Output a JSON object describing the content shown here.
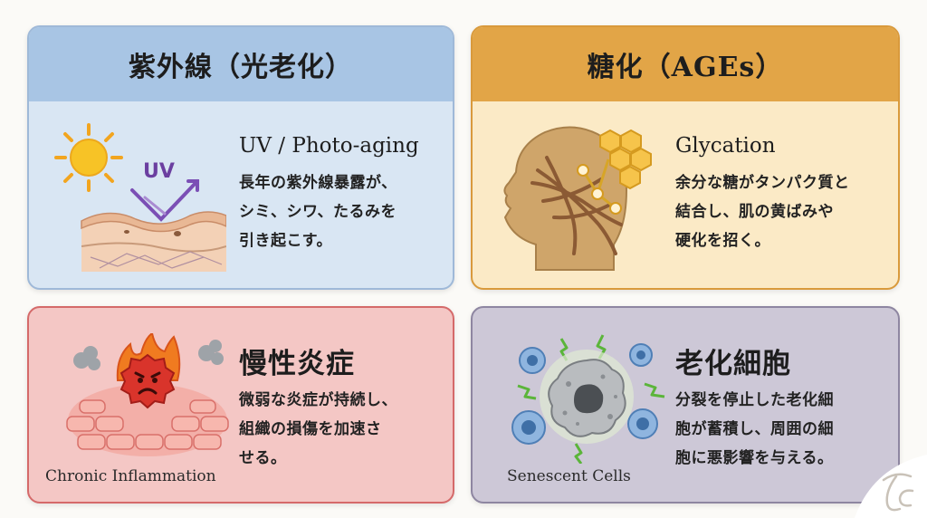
{
  "cards": {
    "uv": {
      "heading": "紫外線（光老化）",
      "subtitle": "UV / Photo-aging",
      "lines": [
        "長年の紫外線暴露が、",
        "シミ、シワ、たるみを",
        "引き起こす。"
      ],
      "badge": "UV",
      "colors": {
        "header": "#a8c5e4",
        "body": "#d9e6f3",
        "border": "#9fb9d8"
      }
    },
    "age": {
      "heading": "糖化（AGEs）",
      "subtitle": "Glycation",
      "lines": [
        "余分な糖がタンパク質と",
        "結合し、肌の黄ばみや",
        "硬化を招く。"
      ],
      "colors": {
        "header": "#e2a547",
        "body": "#fbeac6",
        "border": "#d99a3c"
      }
    },
    "inflammation": {
      "heading": "慢性炎症",
      "lines": [
        "微弱な炎症が持続し、",
        "組織の損傷を加速さ",
        "せる。"
      ],
      "caption": "Chronic Inflammation",
      "colors": {
        "body": "#f4c7c5",
        "border": "#d56a6a"
      }
    },
    "senescent": {
      "heading": "老化細胞",
      "lines": [
        "分裂を停止した老化細",
        "胞が蓄積し、周囲の細",
        "胞に悪影響を与える。"
      ],
      "caption": "Senescent Cells",
      "colors": {
        "body": "#cdc8d7",
        "border": "#8e86a1"
      }
    }
  },
  "icons": {
    "uv": [
      "sun-icon",
      "uv-rays-icon",
      "skin-layers-icon"
    ],
    "age": [
      "head-profile-icon",
      "molecule-icon",
      "collagen-fibers-icon"
    ],
    "inflammation": [
      "angry-cell-icon",
      "flame-icon",
      "smoke-icon",
      "tissue-icon"
    ],
    "senescent": [
      "senescent-cell-icon",
      "immune-cell-icon",
      "signal-bolt-icon"
    ],
    "logo": "brand-logo-icon"
  }
}
